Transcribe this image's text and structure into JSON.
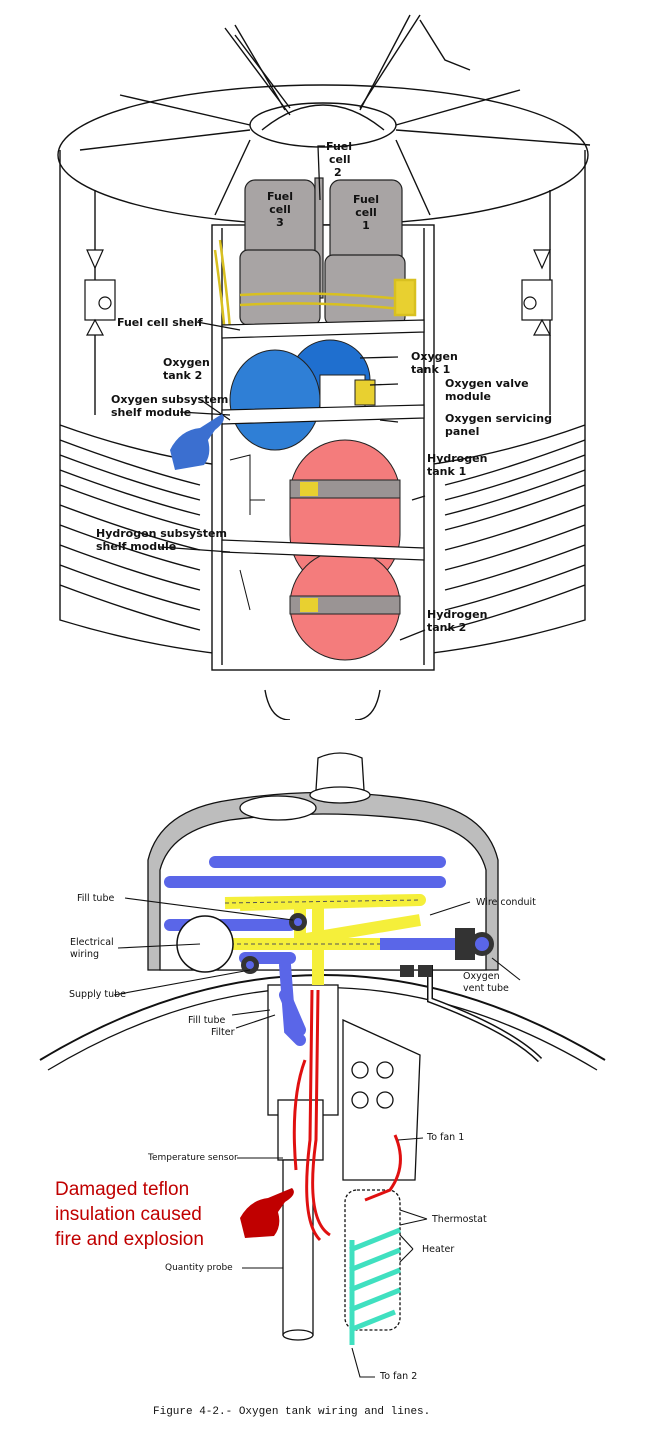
{
  "top_diagram": {
    "labels": {
      "fuel_cell_2": [
        "Fuel",
        "cell",
        "2"
      ],
      "fuel_cell_3": [
        "Fuel",
        "cell",
        "3"
      ],
      "fuel_cell_1": [
        "Fuel",
        "cell",
        "1"
      ],
      "fuel_cell_shelf": "Fuel cell shelf",
      "oxygen_tank_2": [
        "Oxygen",
        "tank 2"
      ],
      "oxygen_subsystem_shelf": [
        "Oxygen subsystem",
        "shelf module"
      ],
      "oxygen_tank_1": [
        "Oxygen",
        "tank 1"
      ],
      "oxygen_valve_module": [
        "Oxygen valve",
        "module"
      ],
      "oxygen_servicing_panel": [
        "Oxygen servicing",
        "panel"
      ],
      "hydrogen_tank_1": [
        "Hydrogen",
        "tank 1"
      ],
      "hydrogen_subsystem_shelf": [
        "Hydrogen subsystem",
        "shelf module"
      ],
      "hydrogen_tank_2": [
        "Hydrogen",
        "tank 2"
      ]
    },
    "pointer_color": "#3b6fd0"
  },
  "bottom_diagram": {
    "labels": {
      "fill_tube_top": "Fill tube",
      "electrical_wiring": [
        "Electrical",
        "wiring"
      ],
      "supply_tube": "Supply tube",
      "fill_tube_lower": "Fill tube",
      "filter": "Filter",
      "wire_conduit": "Wire conduit",
      "oxygen_vent_tube": [
        "Oxygen",
        "vent tube"
      ],
      "to_fan_1": "To fan 1",
      "temperature_sensor": "Temperature sensor",
      "thermostat": "Thermostat",
      "heater": "Heater",
      "quantity_probe": "Quantity probe",
      "to_fan_2": "To fan 2"
    },
    "callout": [
      "Damaged teflon",
      "insulation caused",
      "fire and explosion"
    ],
    "callout_color": "#c00000",
    "caption": "Figure 4-2.- Oxygen tank wiring and lines."
  },
  "colors": {
    "fuel_cell": "#a8a4a4",
    "oxygen_tank": "#2f7fd6",
    "hydrogen_tank": "#f47c7c",
    "tube_blue": "#5a66e8",
    "conduit_yellow": "#f5ef3a",
    "wire_red": "#e01010",
    "heater_teal": "#40e0c0"
  }
}
